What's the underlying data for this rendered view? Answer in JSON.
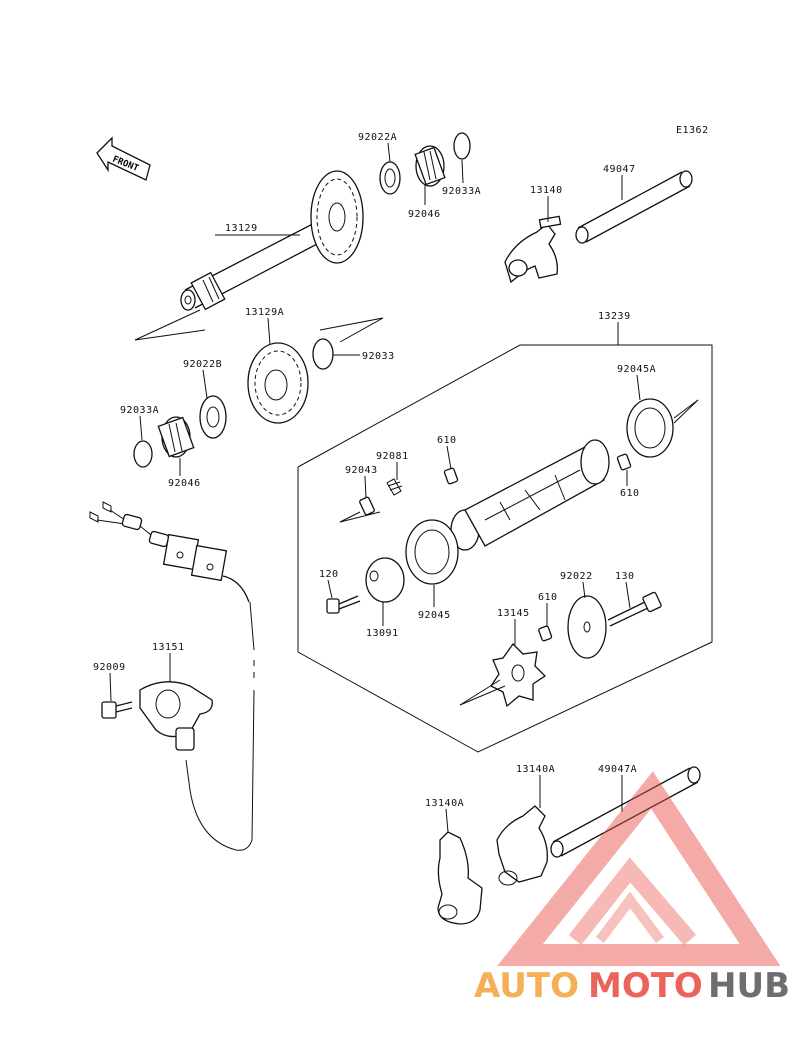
{
  "diagram_id": "E1362",
  "front_label": "FRONT",
  "labels": {
    "p92022A": "92022A",
    "p92033A_top": "92033A",
    "p92046_top": "92046",
    "p13140": "13140",
    "p49047": "49047",
    "p13129": "13129",
    "p13129A": "13129A",
    "p92033": "92033",
    "p13239": "13239",
    "p92022B": "92022B",
    "p92045A": "92045A",
    "p92033A_left": "92033A",
    "p92046_left": "92046",
    "p610_a": "610",
    "p92081": "92081",
    "p92043": "92043",
    "p610_b": "610",
    "p120": "120",
    "p92045": "92045",
    "p13091": "13091",
    "p92022": "92022",
    "p130": "130",
    "p13145": "13145",
    "p610_c": "610",
    "p92009": "92009",
    "p13151": "13151",
    "p13140A_a": "13140A",
    "p49047A": "49047A",
    "p13140A_b": "13140A"
  },
  "watermark": {
    "part1": "AUTO",
    "part2": "MOTO",
    "part3": "HUB",
    "colors": {
      "orange": "#f3a23c",
      "red": "#e8493f",
      "gray": "#555555"
    }
  }
}
